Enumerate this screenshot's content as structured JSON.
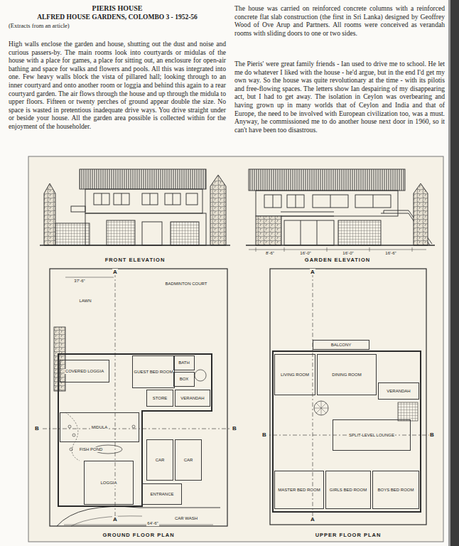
{
  "diagram": {
    "title": "PIERIS HOUSE",
    "nodes": [
      {
        "text": [
          "COVERED LOGGIA"
        ]
      },
      {
        "text": [
          "GUEST BED ROOM"
        ]
      },
      {
        "text": [
          "BATH"
        ]
      },
      {
        "text": [
          "BOX"
        ]
      },
      {
        "text": [
          "STORE"
        ]
      },
      {
        "text": [
          "VERANDAH"
        ]
      },
      {
        "text": [
          "MIDULA"
        ]
      },
      {
        "text": [
          "LOGGIA"
        ]
      },
      {
        "text": [
          "CAR"
        ]
      },
      {
        "text": [
          "CAR"
        ]
      },
      {
        "text": [
          "ENTRANCE"
        ]
      },
      {
        "text": [
          "BALCONY"
        ]
      },
      {
        "text": [
          "LIVING ROOM"
        ]
      },
      {
        "text": [
          "DINING ROOM"
        ]
      },
      {
        "text": [
          "VERANDAH"
        ]
      },
      {
        "text": [
          "SPLIT-LEVEL LOUNGE"
        ]
      },
      {
        "text": [
          "MASTER BED ROOM"
        ]
      },
      {
        "text": [
          "GIRLS BED ROOM"
        ]
      },
      {
        "text": [
          "BOYS BED ROOM"
        ]
      }
    ],
    "labels": [
      "ALFRED HOUSE GARDENS, COLOMBO 3 - 1952-56",
      "(Extracts from an article)",
      "High walls enclose the garden and house, shutting out the dust and noise and curious passers-by. The main rooms look into courtyards or midulas of the house with a place for games, a place for sitting out, an enclosure for open-air bathing and space for walks and flowers and pools. All this was integrated into one. Few heavy walls block the vista of pillared hall; looking through to an inner courtyard and onto another room or loggia and behind this again to a rear courtyard garden. The air flows through the house and up through the midula to upper floors. Fifteen or twenty perches of ground appear double the size. No space is wasted in pretentious inadequate drive ways. You drive straight under or beside your house. All the garden area possible is collected within for the enjoyment of the householder.",
      "The house was carried on reinforced concrete columns with a reinforced concrete flat slab construction (the first in Sri Lanka) designed by Geoffrey Wood of Ove Arup and Partners. All rooms were conceived as verandah rooms with sliding doors to one or two sides.",
      "The Pieris' were great family friends - Ian used to drive me to school. He let me do whatever I liked with the house - he'd argue, but in the end I'd get my own way. So the house was quite revolutionary at the time - with its pilotis and free-flowing spaces. The letters show Ian despairing of my disappearing act, but I had to get away. The isolation in Ceylon was overbearing and having grown up in many worlds that of Ceylon and India and that of Europe, the need to be involved with European civilization too, was a must. Anyway, he commissioned me to do another house next door in 1960, so it can't have been too disastrous.",
      "FRONT ELEVATION",
      "GARDEN ELEVATION",
      "GROUND FLOOR PLAN",
      "UPPER FLOOR PLAN",
      "A",
      "A",
      "B",
      "B",
      "A",
      "A",
      "B",
      "B",
      "LAWN",
      "BADMINTON COURT",
      "CAR WASH",
      "FISH POND",
      "37'-6\"",
      "64'-6\"",
      "8'-6\"",
      "16'-0\"",
      "16'-0\"",
      "16'-6\""
    ]
  }
}
